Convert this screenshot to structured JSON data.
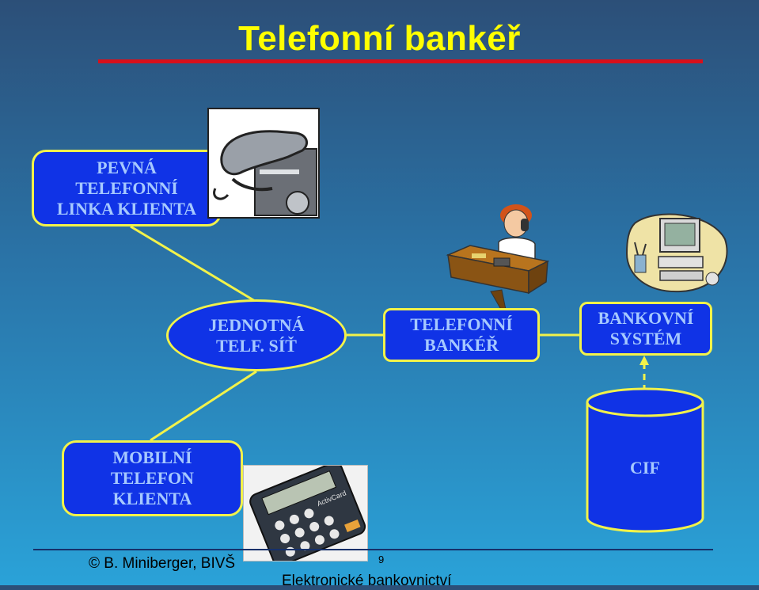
{
  "slide": {
    "title": "Telefonní bankéř"
  },
  "nodes": {
    "fixed_line": "PEVNÁ\nTELEFONNÍ\nLINKA KLIENTA",
    "network": "JEDNOTNÁ\nTELF. SÍŤ",
    "banker": "TELEFONNÍ\nBANKÉŘ",
    "bank_system": "BANKOVNÍ\nSYSTÉM",
    "mobile": "MOBILNÍ\nTELEFON\nKLIENTA",
    "cif": "CIF"
  },
  "clipart": {
    "phone": "telephone-icon",
    "person": "person-on-phone-icon",
    "computer": "computer-icon",
    "calculator": "calculator-icon",
    "calculator_brand": "ActivCard"
  },
  "colors": {
    "title": "#ffff00",
    "node_fill": "#1033e6",
    "node_border": "#f2f24a",
    "node_text": "#a6c9ff",
    "title_rule": "#d8101b",
    "connector": "#f2f24a"
  },
  "footer": {
    "author": "© B. Miniberger, BIVŠ",
    "page": "9",
    "course": "Elektronické bankovnictví"
  }
}
